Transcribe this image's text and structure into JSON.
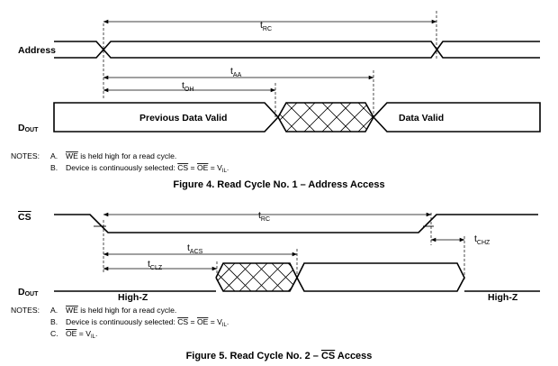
{
  "figure4": {
    "signals": {
      "address": "Address",
      "dout_base": "D",
      "dout_sub": "OUT"
    },
    "timing": {
      "trc": {
        "base": "t",
        "sub": "RC"
      },
      "taa": {
        "base": "t",
        "sub": "AA"
      },
      "toh": {
        "base": "t",
        "sub": "OH"
      }
    },
    "waveform_labels": {
      "previous": "Previous Data Valid",
      "valid": "Data Valid"
    },
    "notes": {
      "heading": "NOTES:",
      "a_marker": "A.",
      "a_overline": "WE",
      "a_text": " is held high for a read cycle.",
      "b_marker": "B.",
      "b_text": "Device is continuously selected: ",
      "b_cs": "CS",
      "b_eq1": " = ",
      "b_oe": "OE",
      "b_eq2": " = V",
      "b_sub": "IL",
      "b_end": "."
    },
    "caption": "Figure 4. Read Cycle No. 1 – Address Access"
  },
  "figure5": {
    "signals": {
      "cs": "CS",
      "dout_base": "D",
      "dout_sub": "OUT"
    },
    "timing": {
      "trc": {
        "base": "t",
        "sub": "RC"
      },
      "tacs": {
        "base": "t",
        "sub": "ACS"
      },
      "tclz": {
        "base": "t",
        "sub": "CLZ"
      },
      "tchz": {
        "base": "t",
        "sub": "CHZ"
      }
    },
    "waveform_labels": {
      "highz_left": "High-Z",
      "highz_right": "High-Z"
    },
    "notes": {
      "heading": "NOTES:",
      "a_marker": "A.",
      "a_overline": "WE",
      "a_text": " is held high for a read cycle.",
      "b_marker": "B.",
      "b_text": "Device is continuously selected: ",
      "b_cs": "CS",
      "b_eq1": " = ",
      "b_oe": "OE",
      "b_eq2": " = V",
      "b_sub": "IL",
      "b_end": ".",
      "c_marker": "C.",
      "c_oe": "OE",
      "c_eq": " = V",
      "c_sub": "IL",
      "c_end": "."
    },
    "caption_prefix": "Figure 5. Read Cycle No. 2 – ",
    "caption_overline": "CS",
    "caption_suffix": " Access"
  }
}
